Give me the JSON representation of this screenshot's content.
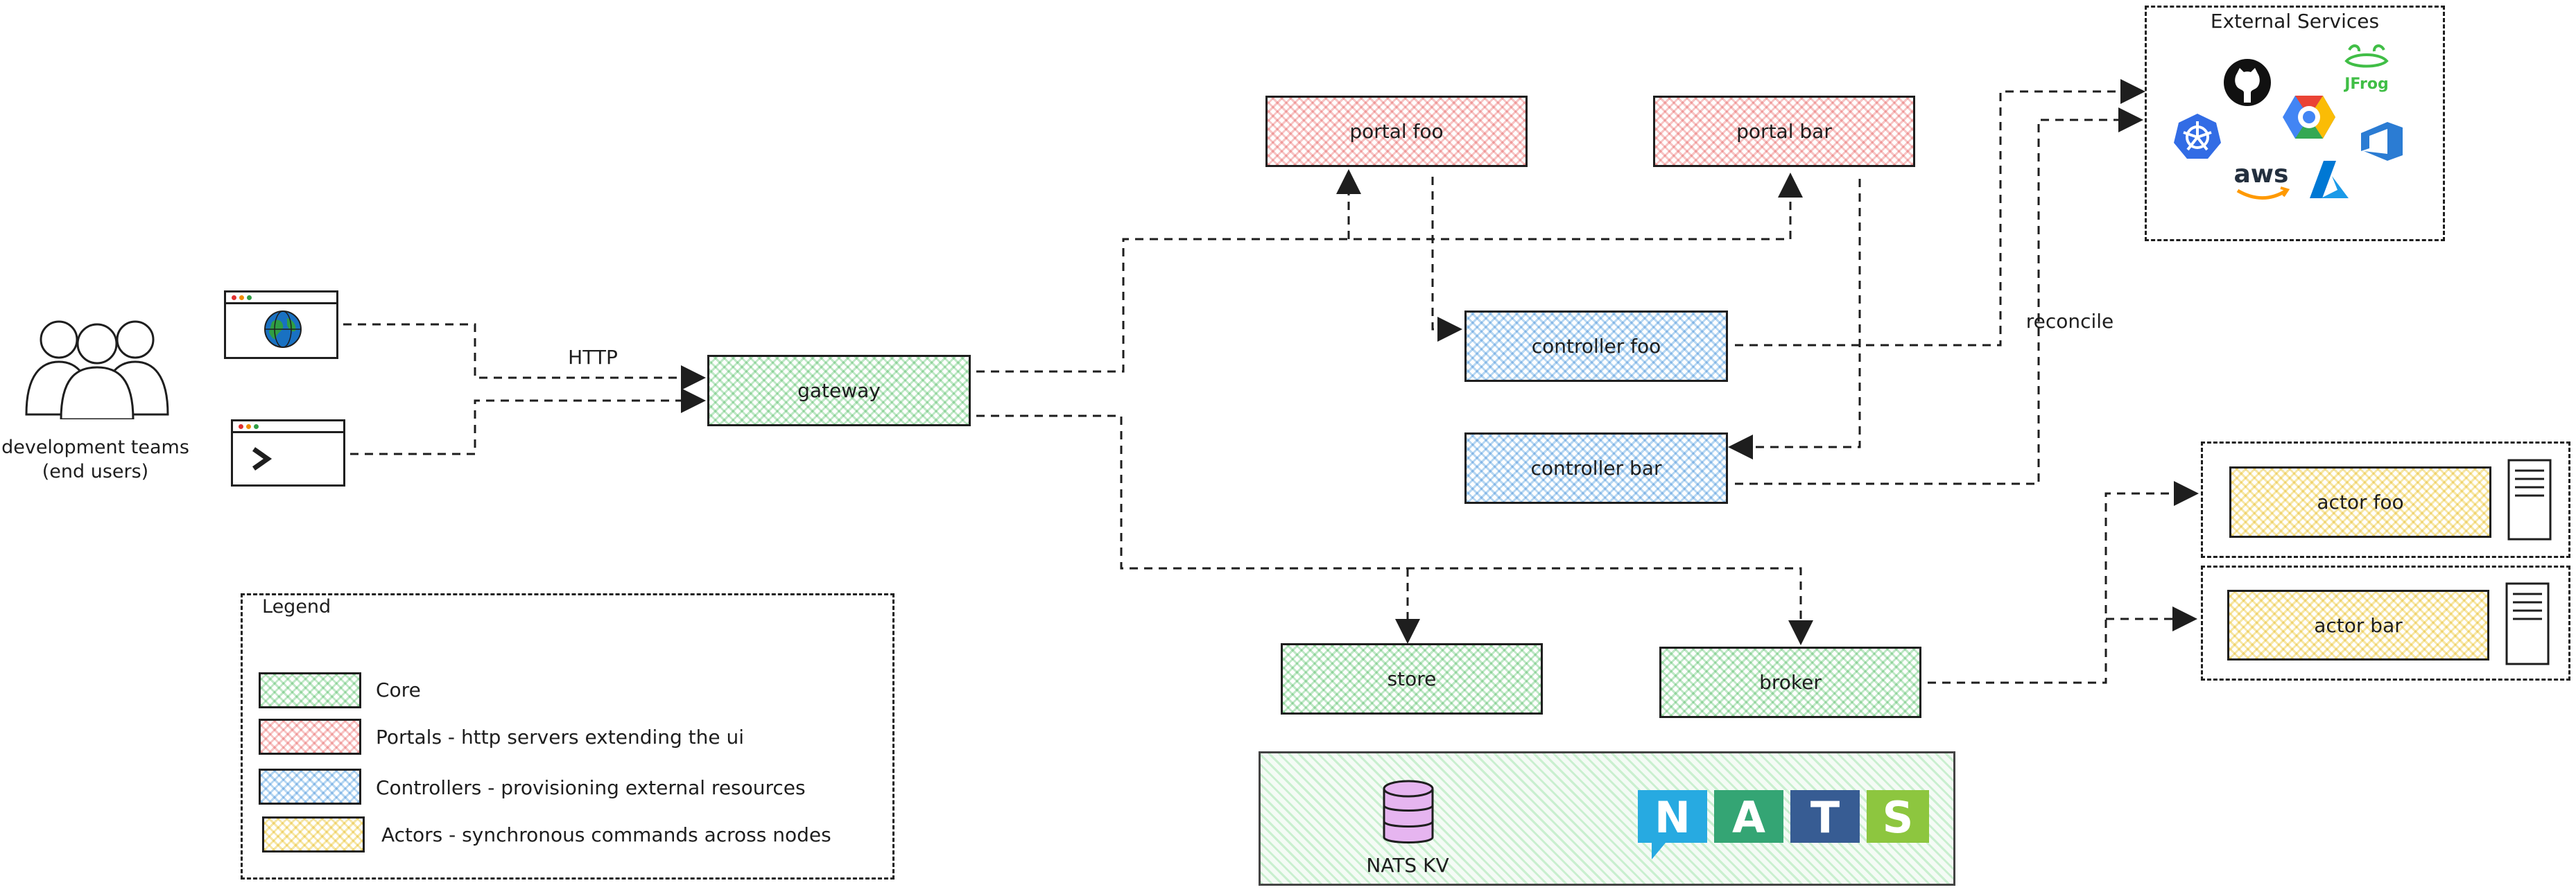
{
  "users": {
    "label_line1": "development teams",
    "label_line2": "(end users)"
  },
  "http_label": "HTTP",
  "reconcile_label": "reconcile",
  "nodes": {
    "gateway": "gateway",
    "portal_foo": "portal foo",
    "portal_bar": "portal bar",
    "controller_foo": "controller foo",
    "controller_bar": "controller bar",
    "store": "store",
    "broker": "broker",
    "actor_foo": "actor foo",
    "actor_bar": "actor bar"
  },
  "external_services": {
    "title": "External Services",
    "jfrog_text": "JFrog",
    "aws_text": "aws"
  },
  "nats": {
    "kv_label": "NATS KV",
    "logo_letters": [
      "N",
      "A",
      "T",
      "S"
    ]
  },
  "legend": {
    "title": "Legend",
    "items": [
      {
        "label": "Core",
        "color": "#bfe8c6"
      },
      {
        "label": "Portals - http servers extending the ui",
        "color": "#f7c5c5"
      },
      {
        "label": "Controllers - provisioning external resources",
        "color": "#b7d7f2"
      },
      {
        "label": "Actors - synchronous commands across nodes",
        "color": "#f7e7a6"
      }
    ]
  },
  "colors": {
    "core": "#bfe8c6",
    "portal": "#f7c5c5",
    "controller": "#b7d7f2",
    "actor": "#f7e7a6",
    "nats_blue": "#27aae1",
    "nats_green": "#34a574",
    "nats_navy": "#375c93",
    "nats_lime": "#8dc63f"
  }
}
